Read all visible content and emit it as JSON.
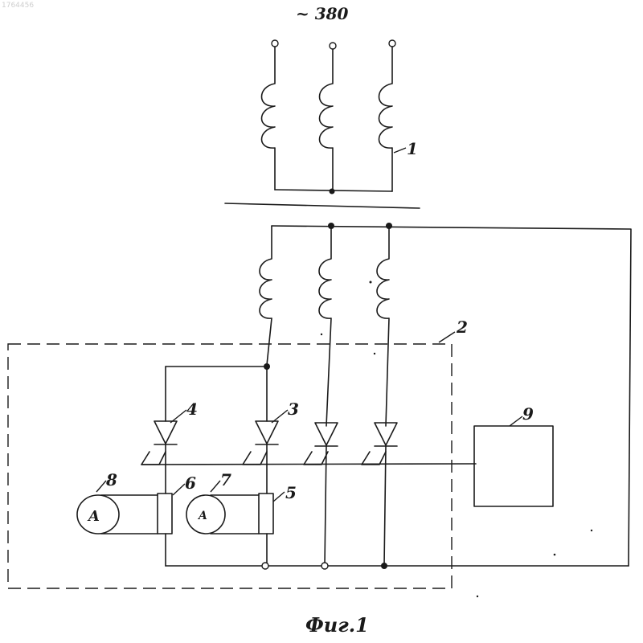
{
  "document_ref": "1764456",
  "supply_label": "~ 380",
  "figure_caption": "Фиг.1",
  "labels": {
    "transformer": "1",
    "block": "2",
    "thyristor_main": "3",
    "thyristor_aux": "4",
    "shunt_main": "5",
    "shunt_aux": "6",
    "ammeter_main_num": "7",
    "ammeter_aux_num": "8",
    "control_unit": "9"
  },
  "meters": {
    "ammeter_aux": "A",
    "ammeter_main": "A"
  }
}
